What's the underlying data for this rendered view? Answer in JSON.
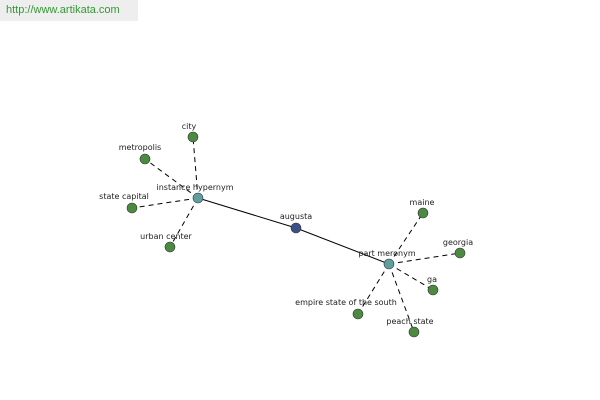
{
  "header": {
    "url": "http://www.artikata.com"
  },
  "colors": {
    "center": "#3c4f8a",
    "hub": "#5f9f9f",
    "leaf": "#4d8a41",
    "edge": "#000000"
  },
  "graph": {
    "center": {
      "label": "augusta"
    },
    "hubs": [
      {
        "label": "instance hypernym"
      },
      {
        "label": "part meronym"
      }
    ],
    "leaves": [
      {
        "label": "city"
      },
      {
        "label": "metropolis"
      },
      {
        "label": "state capital"
      },
      {
        "label": "urban center"
      },
      {
        "label": "maine"
      },
      {
        "label": "georgia"
      },
      {
        "label": "ga"
      },
      {
        "label": "empire state of the south"
      },
      {
        "label": "peach state"
      }
    ]
  }
}
